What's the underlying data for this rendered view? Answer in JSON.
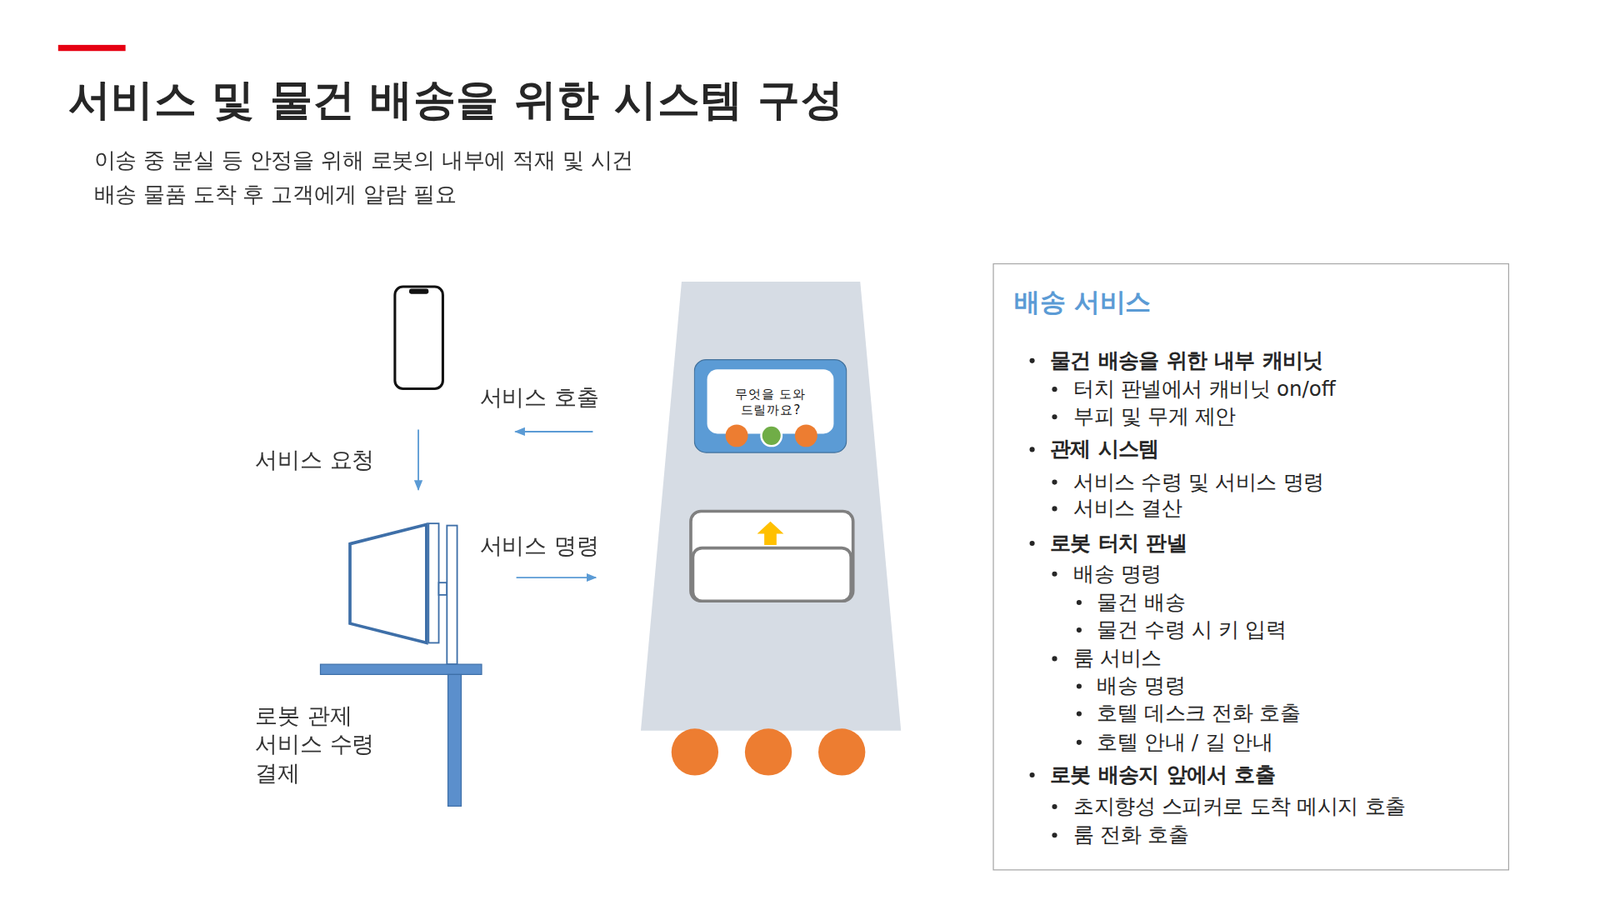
{
  "diagram": {
    "title": "서비스 및 물건 배송을 위한 시스템 구성",
    "nodes": [
      {
        "text": [
          "무엇을 도와 드릴까요?"
        ]
      },
      {
        "text": [
          "배송 서비스",
          "물건 배송을 위한 내부 캐비닛",
          "터치 판넬에서 캐비닛 on/off",
          "부피 및 무게 제안",
          "관제 시스템",
          "서비스 수령 및 서비스 명령",
          "서비스 결산",
          "로봇 터치 판넬",
          "배송 명령",
          "물건 배송",
          "물건 수령 시 키 입력",
          "룸 서비스",
          "배송 명령",
          "호텔 데스크 전화 호출",
          "호텔 안내 / 길 안내",
          "로봇 배송지 앞에서 호출",
          "초지향성 스피커로 도착 메시지 호출",
          "룸 전화 호출"
        ]
      }
    ],
    "labels": [
      "이송 중 분실 등 안정을 위해 로봇의 내부에 적재 및 시건",
      "배송 물품 도착 후 고객에게 알람 필요",
      "서비스 호출",
      "서비스 요청",
      "서비스 명령",
      "로봇 관제 서비스 수령 결제"
    ]
  }
}
